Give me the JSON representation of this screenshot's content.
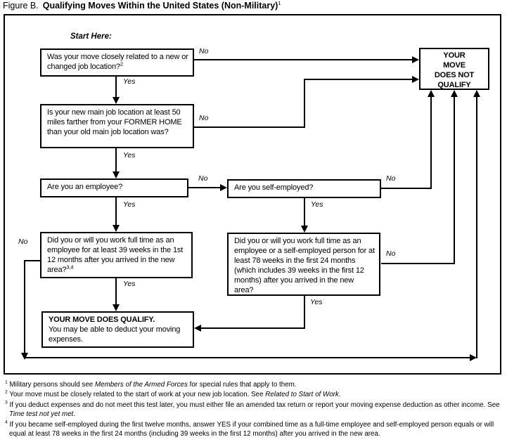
{
  "title": {
    "figure_label": "Figure B.",
    "heading": "Qualifying Moves Within the United States (Non-Military)",
    "footnote_ref": "1"
  },
  "flowchart": {
    "start_label": "Start Here:",
    "labels": {
      "yes": "Yes",
      "no": "No"
    },
    "boxes": {
      "q1": {
        "text": "Was your move closely related to a new or changed job location?",
        "sup": "2"
      },
      "q2": {
        "text": "Is your new main job location at least 50 miles farther from your FORMER HOME than your old main job location was?"
      },
      "q3": {
        "text": "Are you an employee?"
      },
      "q4": {
        "text": "Are you self-employed?"
      },
      "q5": {
        "text": "Did you or will you work full time as an employee for at least 39 weeks in the 1st 12 months after you arrived in the new area?",
        "sup": "3,4"
      },
      "q6": {
        "text": "Did you or will you work full time as an employee or a self-employed person for at least 78 weeks in the first 24 months (which includes 39 weeks in the first 12 months) after you arrived in the new area?"
      },
      "qualify": {
        "heading": "YOUR MOVE DOES QUALIFY.",
        "body": "You may be able to deduct your moving expenses."
      },
      "not_qualify": {
        "lines": [
          "YOUR",
          "MOVE",
          "DOES NOT",
          "QUALIFY"
        ]
      }
    }
  },
  "footnotes": [
    {
      "marker": "1",
      "pre": "Military persons should see ",
      "italic": "Members of the Armed Forces",
      "post": " for special rules that apply to them."
    },
    {
      "marker": "2",
      "pre": "Your move must be closely related to the start of work at your new job location. See ",
      "italic": "Related to Start of Work",
      "post": "."
    },
    {
      "marker": "3",
      "pre": "If you deduct expenses and do not meet this test later, you must either file an amended tax return or report your moving expense deduction as other income. See ",
      "italic": "Time test not yet met",
      "post": "."
    },
    {
      "marker": "4",
      "pre": "If you became self-employed during the first twelve months, answer YES if your combined time as a full-time employee and self-employed person equals or will equal at least 78 weeks in the first 24 months (including 39 weeks in the first 12 months) after you arrived in the new area.",
      "italic": "",
      "post": ""
    }
  ]
}
